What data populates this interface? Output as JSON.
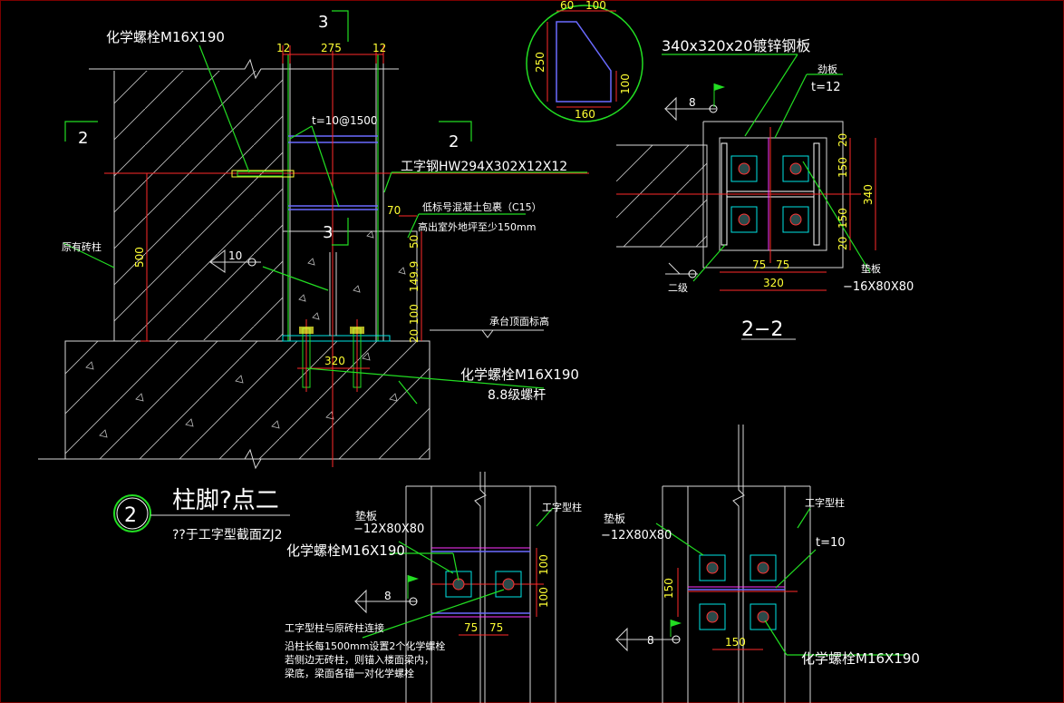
{
  "colors": {
    "background": "#000000",
    "line": "#d8d8d8",
    "dimension": "#ffff33",
    "leader": "#22dd22",
    "axis": "#ff2a2a",
    "plate": "#00e5e5",
    "section_line": "#6a6aff"
  },
  "main_elevation": {
    "bolt_top": "化学螺栓M16X190",
    "dim_12a": "12",
    "dim_275": "275",
    "dim_12b": "12",
    "plate_t": "t=10@1500",
    "beam_label": "工字钢HW294X302X12X12",
    "dim_70": "70",
    "concrete_note_1": "低标号混凝土包裹（C15）",
    "concrete_note_2": "高出室外地坪至少150mm",
    "dim_500": "500",
    "dim_50": "50",
    "dim_149_9": "149.9",
    "dim_100": "100",
    "dim_20": "20",
    "dim_320": "320",
    "left_label": "原有砖柱",
    "weld_10": "10",
    "elev_label": "承台顶面标高",
    "bolt_bottom_1": "化学螺栓M16X190",
    "bolt_bottom_2": "8.8级螺杆",
    "sec_2": "2",
    "sec_3": "3"
  },
  "title_block": {
    "num": "2",
    "title": "柱脚?点二",
    "subtitle": "??于工字型截面ZJ2"
  },
  "detail_circle": {
    "dim_60": "60",
    "dim_100a": "100",
    "dim_250": "250",
    "dim_100b": "100",
    "dim_160": "160"
  },
  "section_2_2": {
    "plate_label": "340x320x20镀锌钢板",
    "stiffener": "劲板",
    "stiffener_t": "t=12",
    "weld_8": "8",
    "dim_20a": "20",
    "dim_150a": "150",
    "dim_150b": "150",
    "dim_20b": "20",
    "dim_340": "340",
    "dim_75a": "75",
    "dim_75b": "75",
    "dim_320": "320",
    "grade_label": "二级",
    "pad_label": "垫板",
    "pad_size": "−16X80X80",
    "title": "2−2"
  },
  "conn_detail_a": {
    "pad_label": "垫板",
    "pad_size": "−12X80X80",
    "col_label": "工字型柱",
    "bolt_label": "化学螺栓M16X190",
    "weld_8": "8",
    "dim_100a": "100",
    "dim_100b": "100",
    "dim_75a": "75",
    "dim_75b": "75",
    "note_title": "工字型柱与原砖柱连接",
    "note_1": "沿柱长每1500mm设置2个化学螺栓",
    "note_2": "若侧边无砖柱，则锚入楼面梁内，",
    "note_3": "梁底，梁面各锚一对化学螺栓"
  },
  "conn_detail_b": {
    "pad_label": "垫板",
    "pad_size": "−12X80X80",
    "col_label": "工字型柱",
    "plate_t": "t=10",
    "dim_150a": "150",
    "dim_150b": "150",
    "weld_8": "8",
    "bolt_label": "化学螺栓M16X190"
  }
}
